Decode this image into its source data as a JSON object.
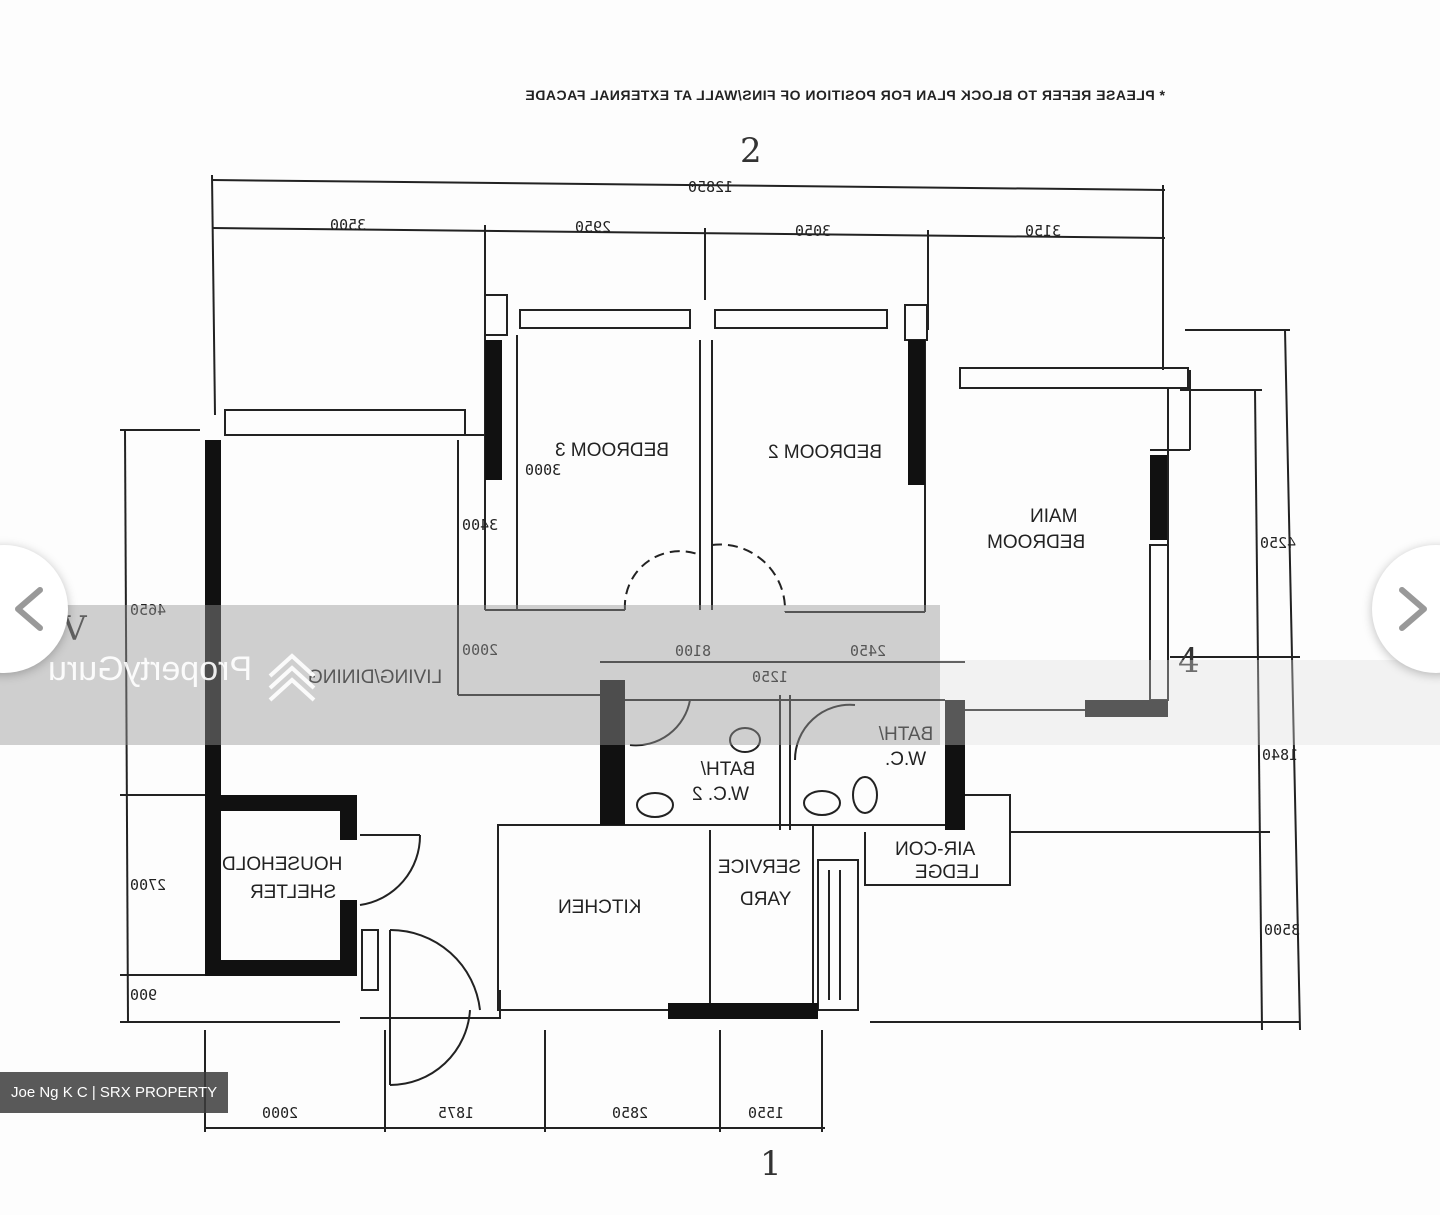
{
  "viewer": {
    "prev_icon": "chevron-left-icon",
    "next_icon": "chevron-right-icon",
    "watermark": "PropertyGuru",
    "credit": "Joe Ng K C | SRX PROPERTY"
  },
  "plan": {
    "note": "* PLEASE REFER TO BLOCK PLAN FOR POSITION OF FINS/WALL AT EXTERNAL FACADE",
    "handwritten": {
      "top": "2",
      "left": "V",
      "right": "4",
      "bottom": "1"
    },
    "rooms": {
      "bedroom3": "BEDROOM 3",
      "bedroom2": "BEDROOM 2",
      "main_bedroom_1": "MAIN",
      "main_bedroom_2": "BEDROOM",
      "living": "LIVING/DINING",
      "bath2_1": "BATH/",
      "bath2_2": "W.C. 2",
      "bath1_1": "BATH/",
      "bath1_2": "W.C.",
      "shelter_1": "HOUSEHOLD",
      "shelter_2": "SHELTER",
      "kitchen": "KITCHEN",
      "service_1": "SERVICE",
      "service_2": "YARD",
      "aircon_1": "AIR-CON",
      "aircon_2": "LEDGE"
    },
    "dims_top": {
      "total": "12850",
      "d1": "3500",
      "d2": "2950",
      "d3": "3050",
      "d4": "3150"
    },
    "dims_inner": {
      "bed_depth": "3000",
      "living_a": "3400",
      "living_b": "2000",
      "corridor": "8100",
      "corridor2": "2450",
      "wc": "1250"
    },
    "dims_left": {
      "d1": "4650",
      "d2": "2700",
      "d3": "900"
    },
    "dims_right": {
      "d1": "4250",
      "d2": "1840",
      "d3": "3500"
    },
    "dims_bottom": {
      "d1": "2000",
      "d2": "1875",
      "d3": "2850",
      "d4": "1550"
    }
  }
}
